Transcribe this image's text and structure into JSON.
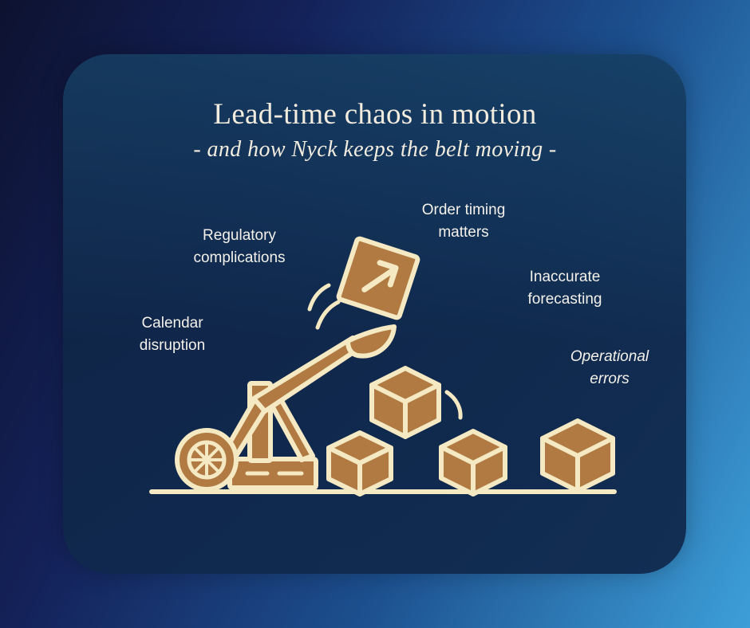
{
  "title": "Lead-time chaos in motion",
  "subtitle": "- and how Nyck keeps the belt moving -",
  "labels": {
    "order_timing": [
      "Order timing",
      "matters"
    ],
    "regulatory": [
      "Regulatory",
      "complications"
    ],
    "forecasting": [
      "Inaccurate",
      "forecasting"
    ],
    "calendar": [
      "Calendar",
      "disruption"
    ],
    "operational": [
      "Operational",
      "errors"
    ]
  },
  "colors": {
    "box_fill": "#b07a42",
    "outline": "#f4e9c2",
    "text": "#f4f1ea"
  },
  "icons": [
    "catapult-icon",
    "tilted-arrow-box-icon",
    "cube-icon",
    "motion-lines-icon"
  ]
}
